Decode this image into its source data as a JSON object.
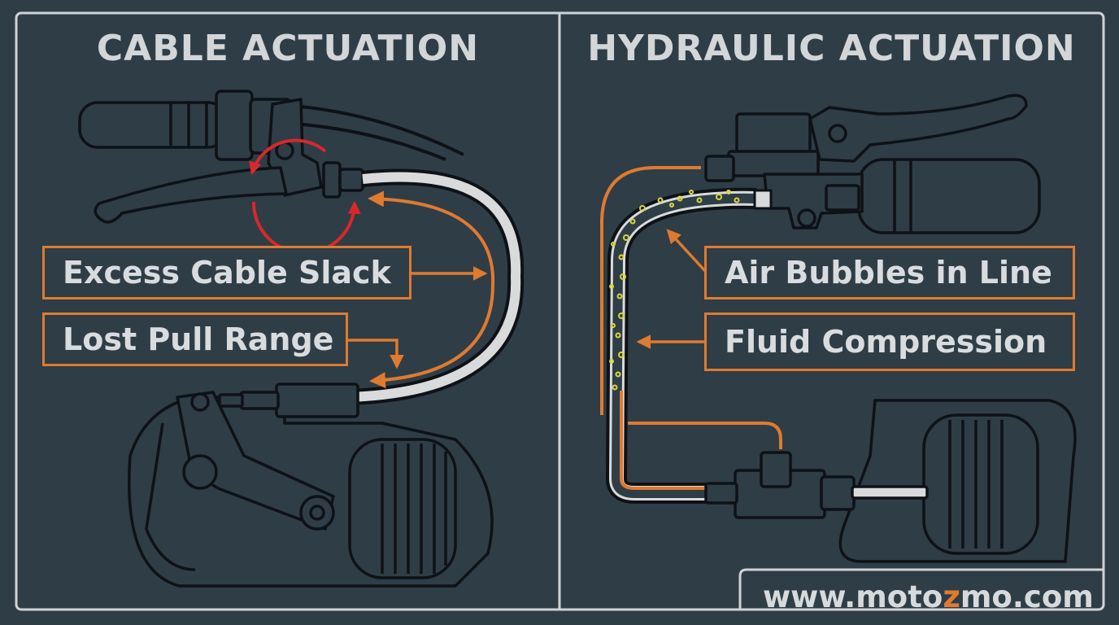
{
  "panels": {
    "cable": {
      "title": "CABLE ACTUATION",
      "labels": {
        "slack": "Excess Cable Slack",
        "pull": "Lost Pull Range"
      }
    },
    "hydraulic": {
      "title": "HYDRAULIC ACTUATION",
      "labels": {
        "bubbles": "Air Bubbles in Line",
        "compression": "Fluid Compression"
      }
    }
  },
  "footer": {
    "url_prefix": "www.moto",
    "url_accent": "z",
    "url_suffix": "mo.com"
  },
  "colors": {
    "background": "#2f3d47",
    "line": "#0e1216",
    "frame": "#d0d3d5",
    "accent": "#e07a2f",
    "red_arrow": "#d8282c",
    "bubble": "#d8d636",
    "cable": "#d9dadb"
  }
}
